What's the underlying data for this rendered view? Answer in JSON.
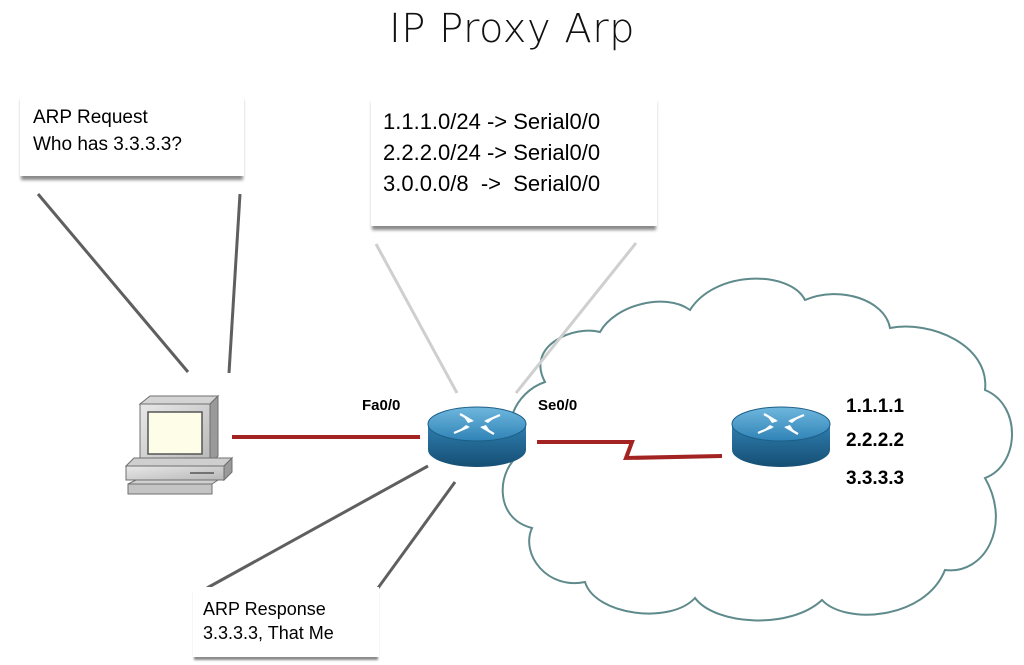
{
  "title": "IP Proxy Arp",
  "arp_request": {
    "line1": "ARP Request",
    "line2": "Who has 3.3.3.3?"
  },
  "routing_table": {
    "routes": [
      "1.1.1.0/24 -> Serial0/0",
      "2.2.2.0/24 -> Serial0/0",
      "3.0.0.0/8  ->  Serial0/0"
    ]
  },
  "interfaces": {
    "lan": "Fa0/0",
    "wan": "Se0/0"
  },
  "remote_addresses": [
    "1.1.1.1",
    "2.2.2.2",
    "3.3.3.3"
  ],
  "arp_response": {
    "line1": "ARP Response",
    "line2": "3.3.3.3, That Me"
  },
  "colors": {
    "link": "#a32222",
    "leader_dark": "#5f5f5f",
    "leader_light": "#cfcfcf",
    "cloud_stroke": "#5f8a8c",
    "router_top": "#3f8fbe",
    "router_side": "#1d5e88"
  }
}
